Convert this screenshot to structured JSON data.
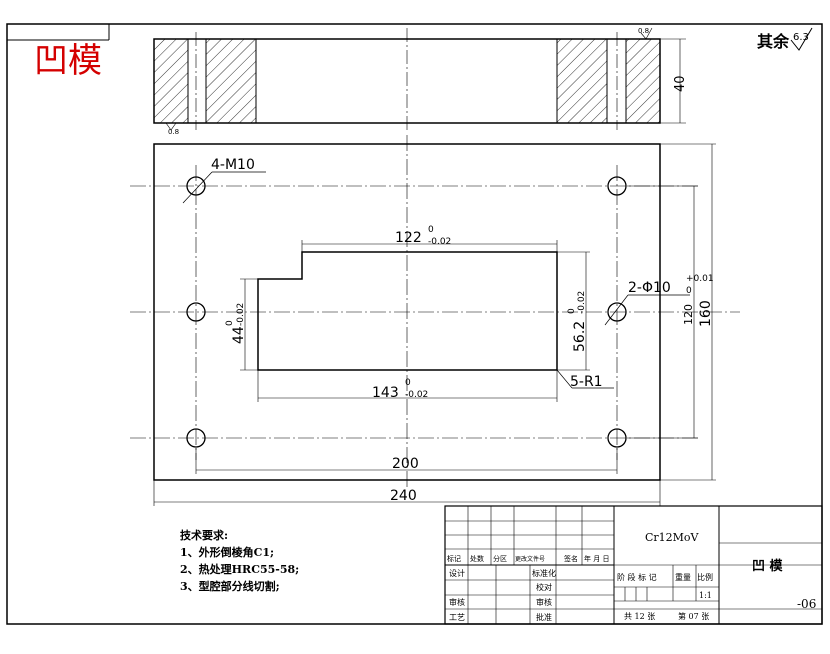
{
  "part_title": "凹模",
  "roughness_note": {
    "label": "其余",
    "value": "6.3"
  },
  "side_view": {
    "thickness": "40",
    "roughness_top": "0.8",
    "roughness_bottom": "0.8"
  },
  "callouts": {
    "holes_threaded": "4-M10",
    "dowel_holes": "2-Φ10",
    "dowel_tol_upper": "+0.01",
    "dowel_tol_lower": "0",
    "corner_radius": "5-R1"
  },
  "dimensions": {
    "cavity_top": {
      "value": "122",
      "upper": "0",
      "lower": "-0.02"
    },
    "cavity_bottom": {
      "value": "143",
      "upper": "0",
      "lower": "-0.02"
    },
    "cavity_left": {
      "value": "44",
      "upper": "0",
      "lower": "-0.02"
    },
    "cavity_right": {
      "value": "56.2",
      "upper": "0",
      "lower": "-0.02"
    },
    "hole_spacing_x": "200",
    "overall_width": "240",
    "hole_spacing_y": "120",
    "overall_height": "160"
  },
  "tech_requirements": {
    "heading": "技术要求:",
    "items": [
      "1、外形倒棱角C1;",
      "2、热处理HRC55-58;",
      "3、型腔部分线切割;"
    ]
  },
  "title_block": {
    "material": "Cr12MoV",
    "name": "凹 模",
    "drawing_no": "-06",
    "scale_label": "比例",
    "scale": "1:1",
    "weight_label": "重量",
    "stage_label": "阶 段 标 记",
    "sheets": "共 12 张",
    "sheet_no": "第 07 张",
    "rev_headers": [
      "标记",
      "处数",
      "分区",
      "更改文件号",
      "签名",
      "年 月 日"
    ],
    "roles": {
      "design": "设计",
      "standardize": "标准化",
      "review": "审核",
      "process": "工艺",
      "audit": "审核",
      "approve": "批准",
      "check": "校对"
    }
  },
  "colors": {
    "title_red": "#d40000",
    "line": "#000000"
  }
}
